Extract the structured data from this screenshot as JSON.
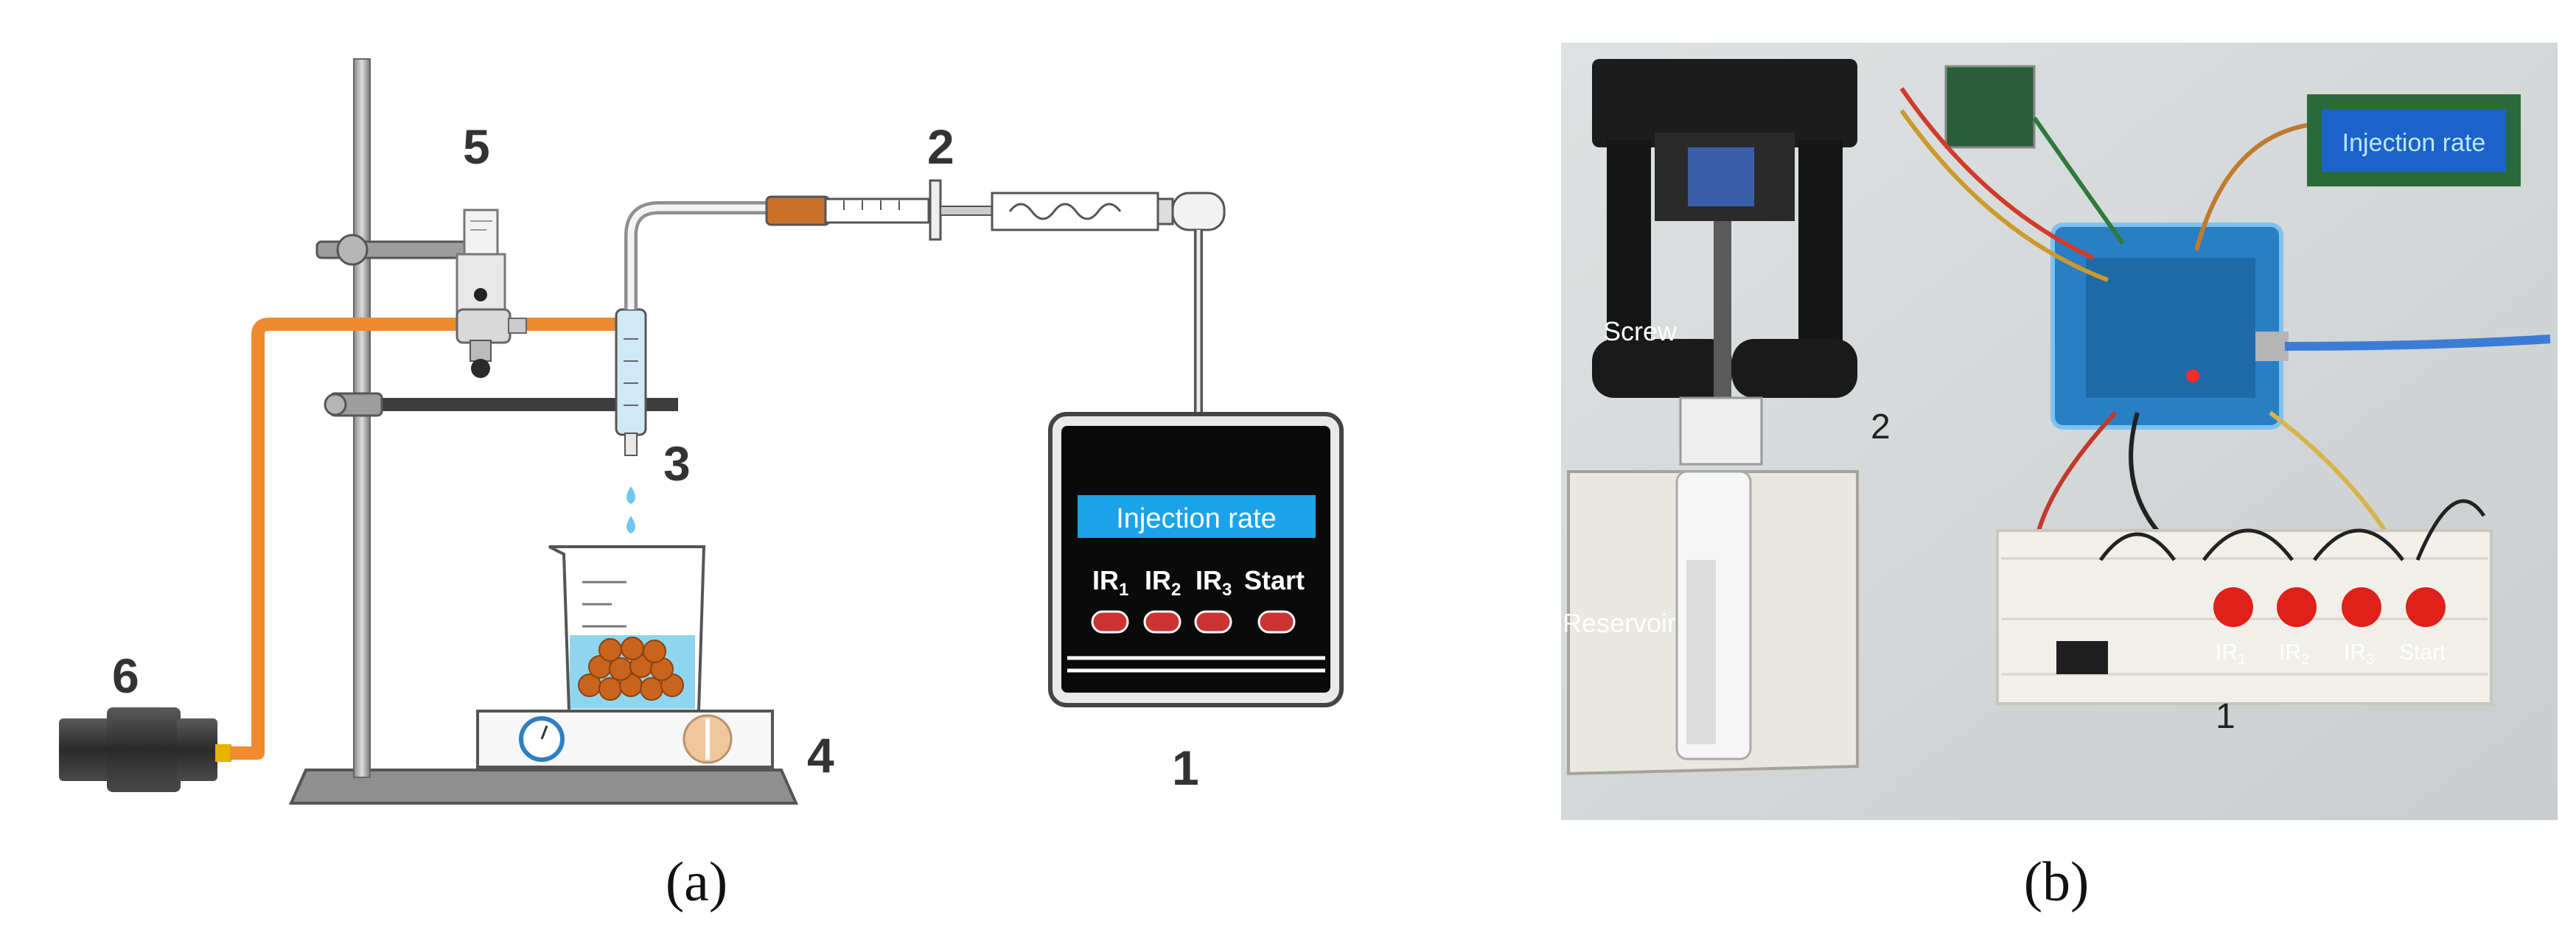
{
  "panel_a": {
    "caption": "(a)",
    "markers": [
      "1",
      "2",
      "3",
      "4",
      "5",
      "6"
    ],
    "device": {
      "display": "Injection rate",
      "buttons": [
        "IR",
        "IR",
        "IR",
        "Start"
      ],
      "subscripts": [
        "1",
        "2",
        "3"
      ]
    }
  },
  "panel_b": {
    "caption": "(b)",
    "labels": {
      "screw": "Screw",
      "reservoir": "Reservoir",
      "num_2": "2",
      "num_1": "1",
      "lcd": "Injection rate"
    },
    "buttons": [
      "IR",
      "IR",
      "IR",
      "Start"
    ],
    "subscripts": [
      "1",
      "2",
      "3"
    ]
  },
  "colors": {
    "orange_tube": "#f08a2e",
    "lcd_blue": "#1aa3e8",
    "button_red": "#e0201a",
    "board_blue": "#2a7fc4",
    "photo_bg": "#d9dcdc"
  }
}
